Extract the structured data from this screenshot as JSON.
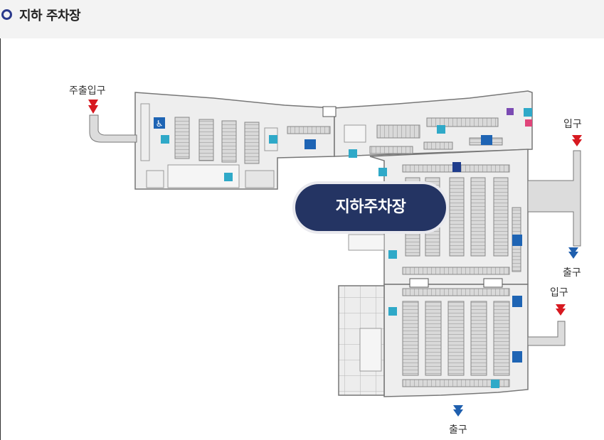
{
  "header": {
    "title": "지하 주차장"
  },
  "map": {
    "center_label": "지하주차장",
    "labels": {
      "entry_exit": "주출입구",
      "entry_right_top": "입구",
      "exit_right_top": "출구",
      "entry_right_mid": "입구",
      "exit_bottom": "출구"
    }
  },
  "colors": {
    "entry_arrow": "#d71920",
    "exit_arrow": "#1f5fae",
    "pill": "#243463",
    "bullet": "#2b3a8c"
  }
}
